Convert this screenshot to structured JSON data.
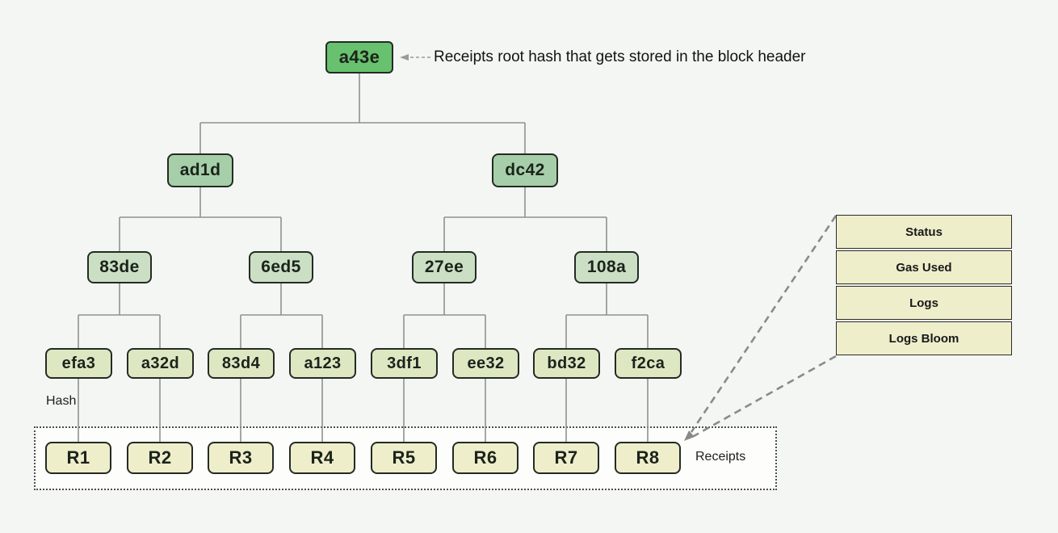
{
  "diagram": {
    "title_annotation": "Receipts root hash that gets stored in the block header",
    "tree": {
      "root": "a43e",
      "level2": [
        "ad1d",
        "dc42"
      ],
      "level3": [
        "83de",
        "6ed5",
        "27ee",
        "108a"
      ],
      "level4": [
        "efa3",
        "a32d",
        "83d4",
        "a123",
        "3df1",
        "ee32",
        "bd32",
        "f2ca"
      ],
      "receipts": [
        "R1",
        "R2",
        "R3",
        "R4",
        "R5",
        "R6",
        "R7",
        "R8"
      ]
    },
    "side_labels": {
      "hash": "Hash",
      "receipts": "Receipts"
    },
    "receipt_detail_fields": [
      "Status",
      "Gas Used",
      "Logs",
      "Logs Bloom"
    ],
    "colors": {
      "background": "#f4f6f4",
      "root_node": "#68c16e",
      "level2_node": "#a6cfa9",
      "level3_node": "#cadfc4",
      "level4_node": "#dde8c3",
      "receipt_node": "#efeecb",
      "detail_cell": "#efeecb",
      "node_border": "#232b23",
      "connector_line": "#8e938e",
      "dashed_pointer": "#8a8a8a",
      "receipts_box_fill": "#fdfdfc"
    }
  }
}
